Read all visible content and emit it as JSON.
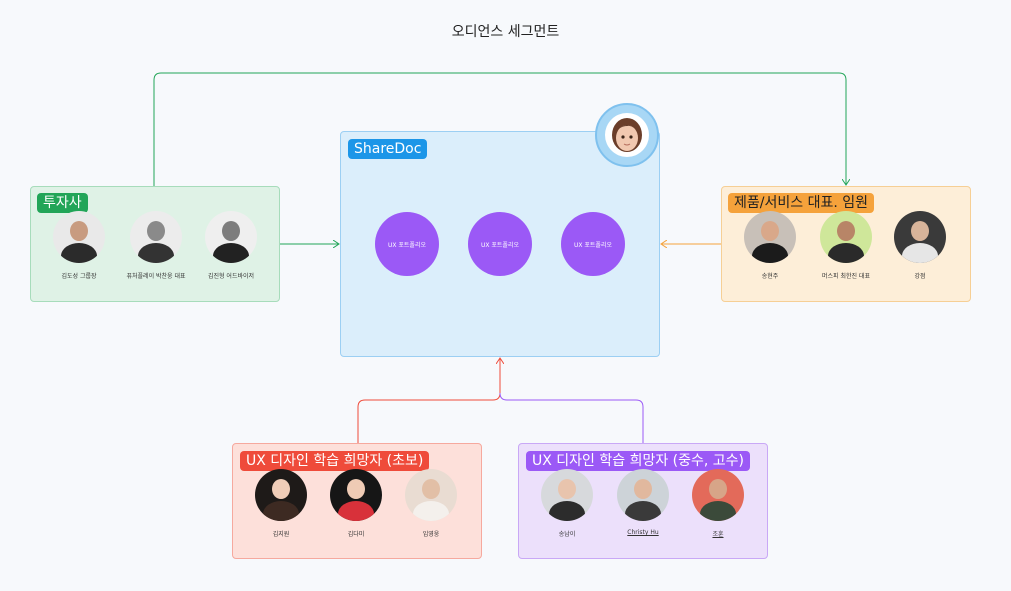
{
  "title": "오디언스 세그먼트",
  "colors": {
    "investors": "#22a558",
    "sharedoc": "#1c96e8",
    "executives": "#f5a23b",
    "beginners": "#ef4b3a",
    "intermediate": "#9b59f6"
  },
  "sharedoc": {
    "label": "ShareDoc",
    "nodes": [
      "UX 포트폴리오",
      "UX 포트폴리오",
      "UX 포트폴리오"
    ],
    "owner_avatar": "memoji-woman-avatar"
  },
  "investors": {
    "label": "투자사",
    "people": [
      {
        "name": "김도성 그룹장"
      },
      {
        "name": "퓨처플레이 박찬웅 대표"
      },
      {
        "name": "김진형 어드바이저"
      }
    ]
  },
  "executives": {
    "label": "제품/서비스 대표. 임원",
    "people": [
      {
        "name": "송현주"
      },
      {
        "name": "머스피 최한진 대표"
      },
      {
        "name": "강점"
      }
    ]
  },
  "beginners": {
    "label": "UX 디자인 학습 희망자 (초보)",
    "people": [
      {
        "name": "김지원"
      },
      {
        "name": "김다미"
      },
      {
        "name": "임영웅"
      }
    ]
  },
  "intermediate": {
    "label": "UX 디자인 학습 희망자 (중수, 고수)",
    "people": [
      {
        "name": "송남이"
      },
      {
        "name": "Christy Hu"
      },
      {
        "name": "조훈"
      }
    ]
  }
}
